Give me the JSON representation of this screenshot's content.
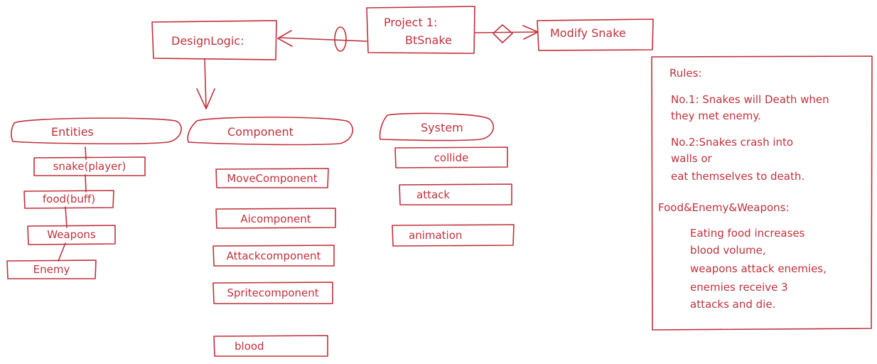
{
  "project": {
    "line1": "Project 1:",
    "line2": "BtSnake"
  },
  "design_logic": "DesignLogic:",
  "modify_snake": "Modify Snake",
  "entities": {
    "header": "Entities",
    "items": [
      "snake(player)",
      "food(buff)",
      "Weapons",
      "Enemy"
    ]
  },
  "component": {
    "header": "Component",
    "items": [
      "MoveComponent",
      "Aicomponent",
      "Attackcomponent",
      "Spritecomponent",
      "blood"
    ]
  },
  "system": {
    "header": "System",
    "items": [
      "collide",
      "attack",
      "animation"
    ]
  },
  "rules": {
    "title": "Rules:",
    "no1_line1": "No.1: Snakes will Death when",
    "no1_line2": "they met enemy.",
    "no2_line1": "No.2:Snakes crash into",
    "no2_line2": "walls or",
    "no2_line3": "eat themselves to death.",
    "few_title": "Food&Enemy&Weapons:",
    "few_lines": [
      "Eating food increases",
      "blood volume,",
      "weapons attack enemies,",
      "enemies receive 3",
      "attacks and die."
    ]
  },
  "colors": {
    "stroke": "#c0313c",
    "background": "#ffffff"
  }
}
